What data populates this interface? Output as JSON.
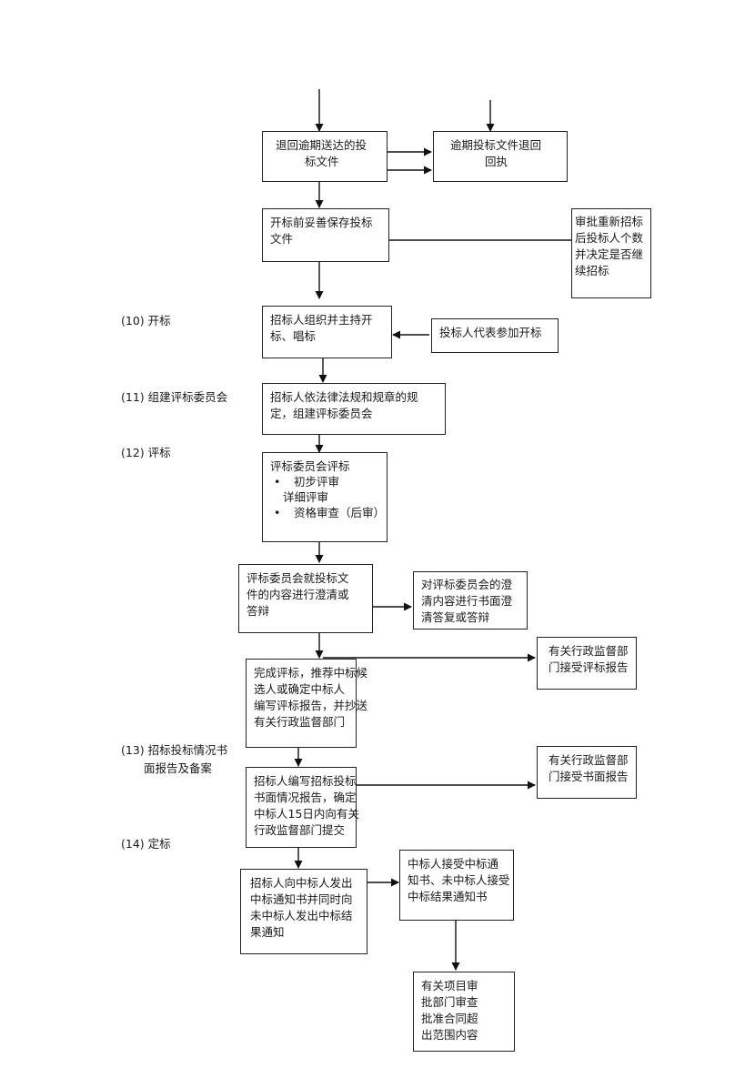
{
  "stages": {
    "s10": "(10) 开标",
    "s11": "(11) 组建评标委员会",
    "s12": "(12) 评标",
    "s13_l1": "(13) 招标投标情况书",
    "s13_l2": "面报告及备案",
    "s14": "(14) 定标"
  },
  "boxes": {
    "return_late": [
      "退回逾期送达的投",
      "标文件"
    ],
    "late_receipt": [
      "逾期投标文件退回",
      "回执"
    ],
    "keep_docs": [
      "开标前妥善保存投标",
      "文件"
    ],
    "rebid": [
      "审批重新招标",
      "后投标人个数",
      "并决定是否继",
      "续招标"
    ],
    "host_opening": [
      "招标人组织并主持开",
      "标、唱标"
    ],
    "bidder_rep": [
      "投标人代表参加开标"
    ],
    "form_committee": [
      "招标人依法律法规和规章的规",
      "定，组建评标委员会"
    ],
    "evaluation": {
      "title": "评标委员会评标",
      "item1": "初步评审",
      "item2": "详细评审",
      "item3": "资格审查（后审）",
      "bullet": "•"
    },
    "clarify": [
      "评标委员会就投标文",
      "件的内容进行澄清或",
      "答辩"
    ],
    "written_reply": [
      "对评标委员会的澄",
      "清内容进行书面澄",
      "清答复或答辩"
    ],
    "complete_eval": [
      "完成评标，推荐中标候",
      "选人或确定中标人",
      "编写评标报告，并抄送",
      "有关行政监督部门"
    ],
    "admin_eval_report": [
      "有关行政监督部",
      "门接受评标报告"
    ],
    "written_report": [
      "招标人编写招标投标",
      "书面情况报告，确定",
      "中标人15日内向有关",
      "行政监督部门提交"
    ],
    "admin_written_report": [
      "有关行政监督部",
      "门接受书面报告"
    ],
    "notice": [
      "招标人向中标人发出",
      "中标通知书并同时向",
      "未中标人发出中标结",
      "果通知"
    ],
    "accept_notice": [
      "中标人接受中标通",
      "知书、未中标人接受",
      "中标结果通知书"
    ],
    "scope_check": [
      "有关项目审",
      "批部门审查",
      "批准合同超",
      "出范围内容"
    ]
  }
}
